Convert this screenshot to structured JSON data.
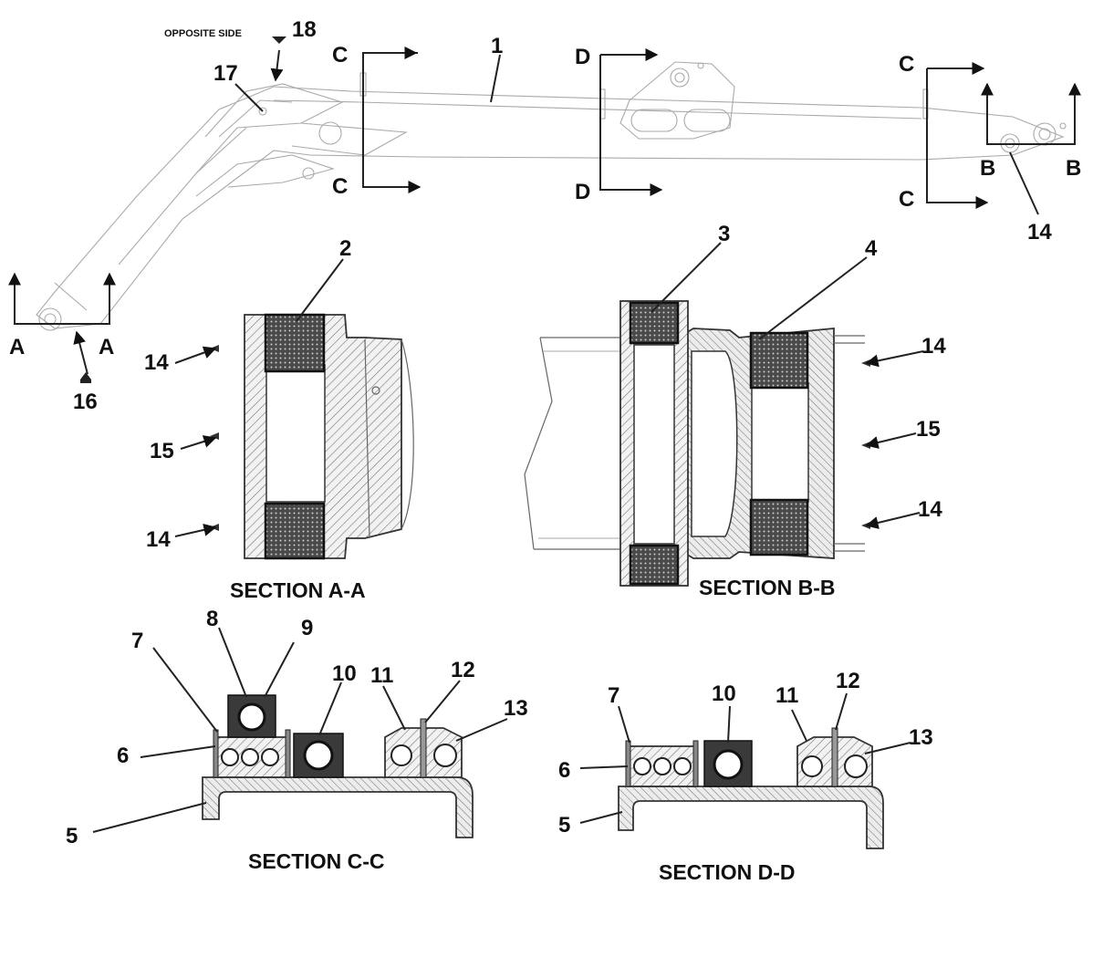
{
  "callouts": {
    "c1": "1",
    "c2": "2",
    "c3": "3",
    "c4": "4",
    "c5": "5",
    "c6": "6",
    "c7": "7",
    "c8": "8",
    "c9": "9",
    "c10": "10",
    "c11": "11",
    "c12": "12",
    "c13": "13",
    "c14": "14",
    "c15": "15",
    "c16": "16",
    "c17": "17",
    "c18": "18"
  },
  "section_markers": {
    "a": "A",
    "b": "B",
    "c": "C",
    "d": "D"
  },
  "notes": {
    "opposite_side": "OPPOSITE SIDE"
  },
  "sections": {
    "aa": "SECTION A-A",
    "bb": "SECTION B-B",
    "cc": "SECTION C-C",
    "dd": "SECTION D-D"
  }
}
